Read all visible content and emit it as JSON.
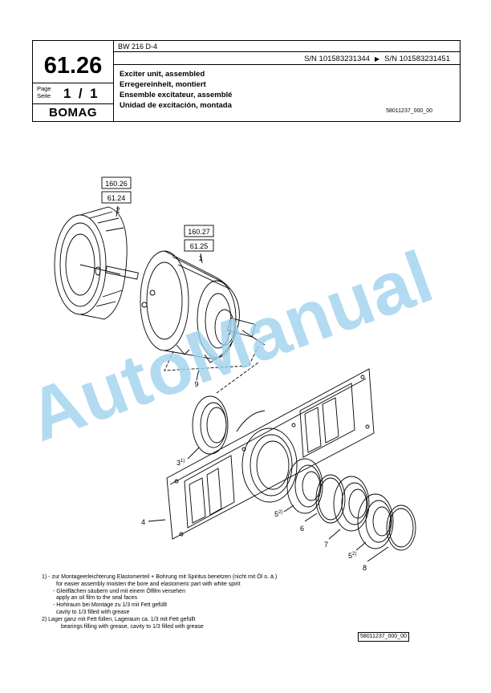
{
  "header": {
    "section_number": "61.26",
    "page_label_de": "Page",
    "page_label_en": "Seite",
    "page_fraction": "1  /  1",
    "logo": "BOMAG",
    "model": "BW 216 D-4",
    "sn_from": "S/N 101583231344",
    "sn_to": "S/N 101583231451",
    "title_en": "Exciter unit, assembled",
    "title_de": "Erregereinheit, montiert",
    "title_fr": "Ensemble excitateur, assemblé",
    "title_es": "Unidad de excitación, montada",
    "doc_number": "58011237_000_00"
  },
  "drawing": {
    "refs": {
      "ref_top_1": "160.26",
      "ref_top_2": "61.24",
      "ref_mid_1": "160.27",
      "ref_mid_2": "61.25"
    },
    "callouts": {
      "c1": "1",
      "c2": "2",
      "c3": "3",
      "c3_sup": "1)",
      "c4": "4",
      "c5a": "5",
      "c5a_sup": "2)",
      "c5b": "5",
      "c5b_sup": "2)",
      "c6": "6",
      "c7": "7",
      "c8": "8",
      "c9": "9"
    }
  },
  "notes": {
    "n1_a": "1)  - zur Montageerleichterung Elastomerteil + Bohrung mit Spiritus benetzen (nicht mit Öl o. ä.)",
    "n1_b": "for easier assembly moisten the bore and elastomeric part with white spirit",
    "n1_c": "- Gleitflächen säubern und mit einem Ölfilm versehen",
    "n1_d": "apply an oil film to the seal faces",
    "n1_e": "- Hohlraum bei Montage zu 1/3 mit Fett gefüllt",
    "n1_f": "cavity to 1/3 filled with grease",
    "n2_a": "2)  Lager ganz mit Fett füllen, Lageraum ca. 1/3 mit  Fett gefüllt",
    "n2_b": "bearings filling with grease, cavity to 1/3 filled with grease"
  },
  "footer": {
    "doc_number": "58011237_000_00"
  },
  "watermark": "AutoManual"
}
